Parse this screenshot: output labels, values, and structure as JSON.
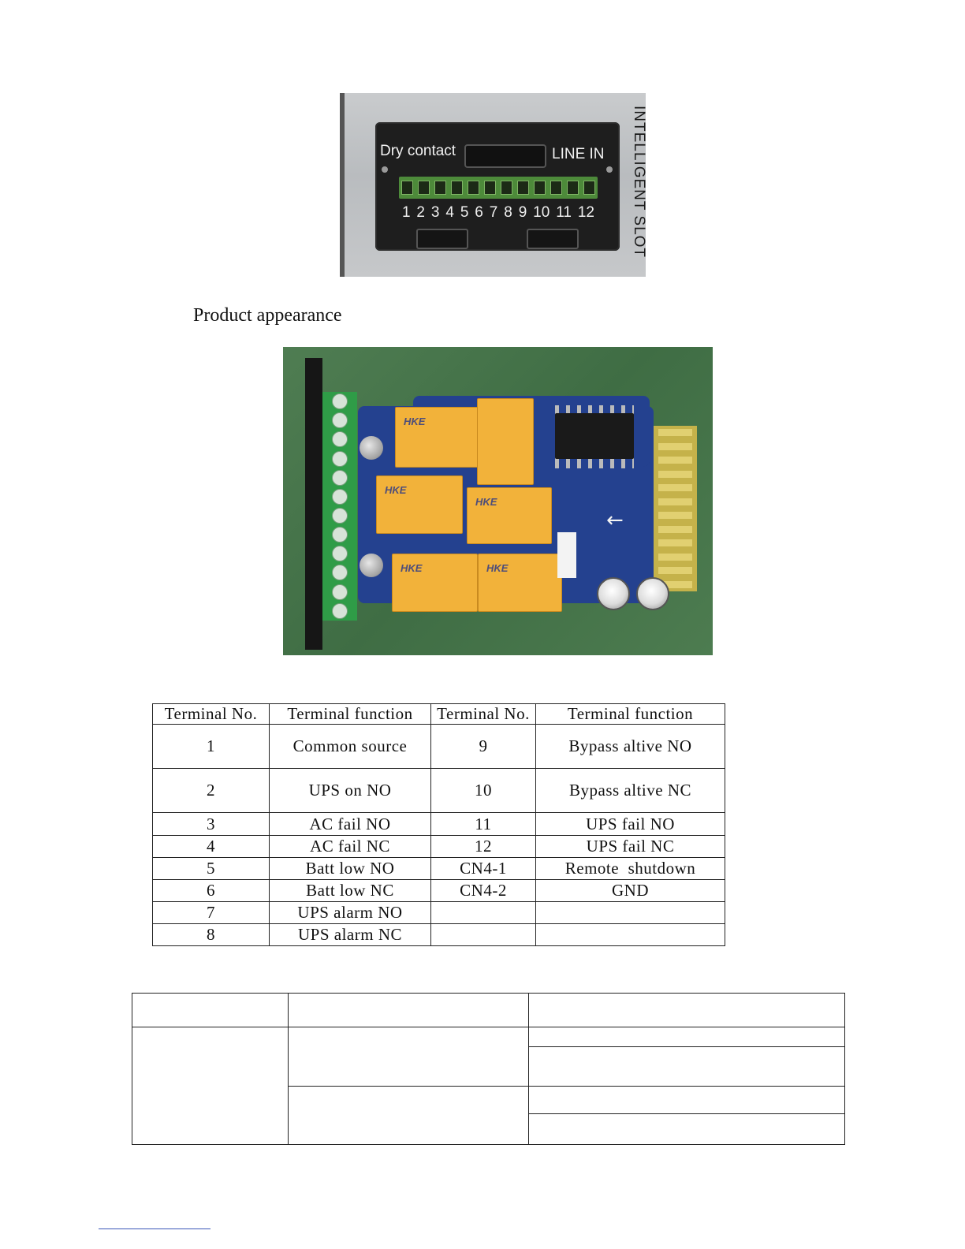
{
  "panel_photo": {
    "label_left": "Dry contact",
    "label_right": "LINE IN",
    "vertical_label": "INTELLIGENT SLOT",
    "pin_numbers": [
      "1",
      "2",
      "3",
      "4",
      "5",
      "6",
      "7",
      "8",
      "9",
      "10",
      "11",
      "12"
    ]
  },
  "caption": "Product appearance",
  "pcb_photo": {
    "relay_brand": "HKE",
    "arrow": "←"
  },
  "terminal_table": {
    "headers": [
      "Terminal No.",
      "Terminal function",
      "Terminal No.",
      "Terminal function"
    ],
    "rows": [
      [
        "1",
        "Common source",
        "9",
        "Bypass altive NO"
      ],
      [
        "2",
        "UPS on NO",
        "10",
        "Bypass altive NC"
      ],
      [
        "3",
        "AC fail NO",
        "11",
        "UPS fail NO"
      ],
      [
        "4",
        "AC fail NC",
        "12",
        "UPS fail NC"
      ],
      [
        "5",
        "Batt low NO",
        "CN4-1",
        "Remote  shutdown"
      ],
      [
        "6",
        "Batt low NC",
        "CN4-2",
        "GND"
      ],
      [
        "7",
        "UPS alarm NO",
        "",
        ""
      ],
      [
        "8",
        "UPS alarm NC",
        "",
        ""
      ]
    ]
  }
}
